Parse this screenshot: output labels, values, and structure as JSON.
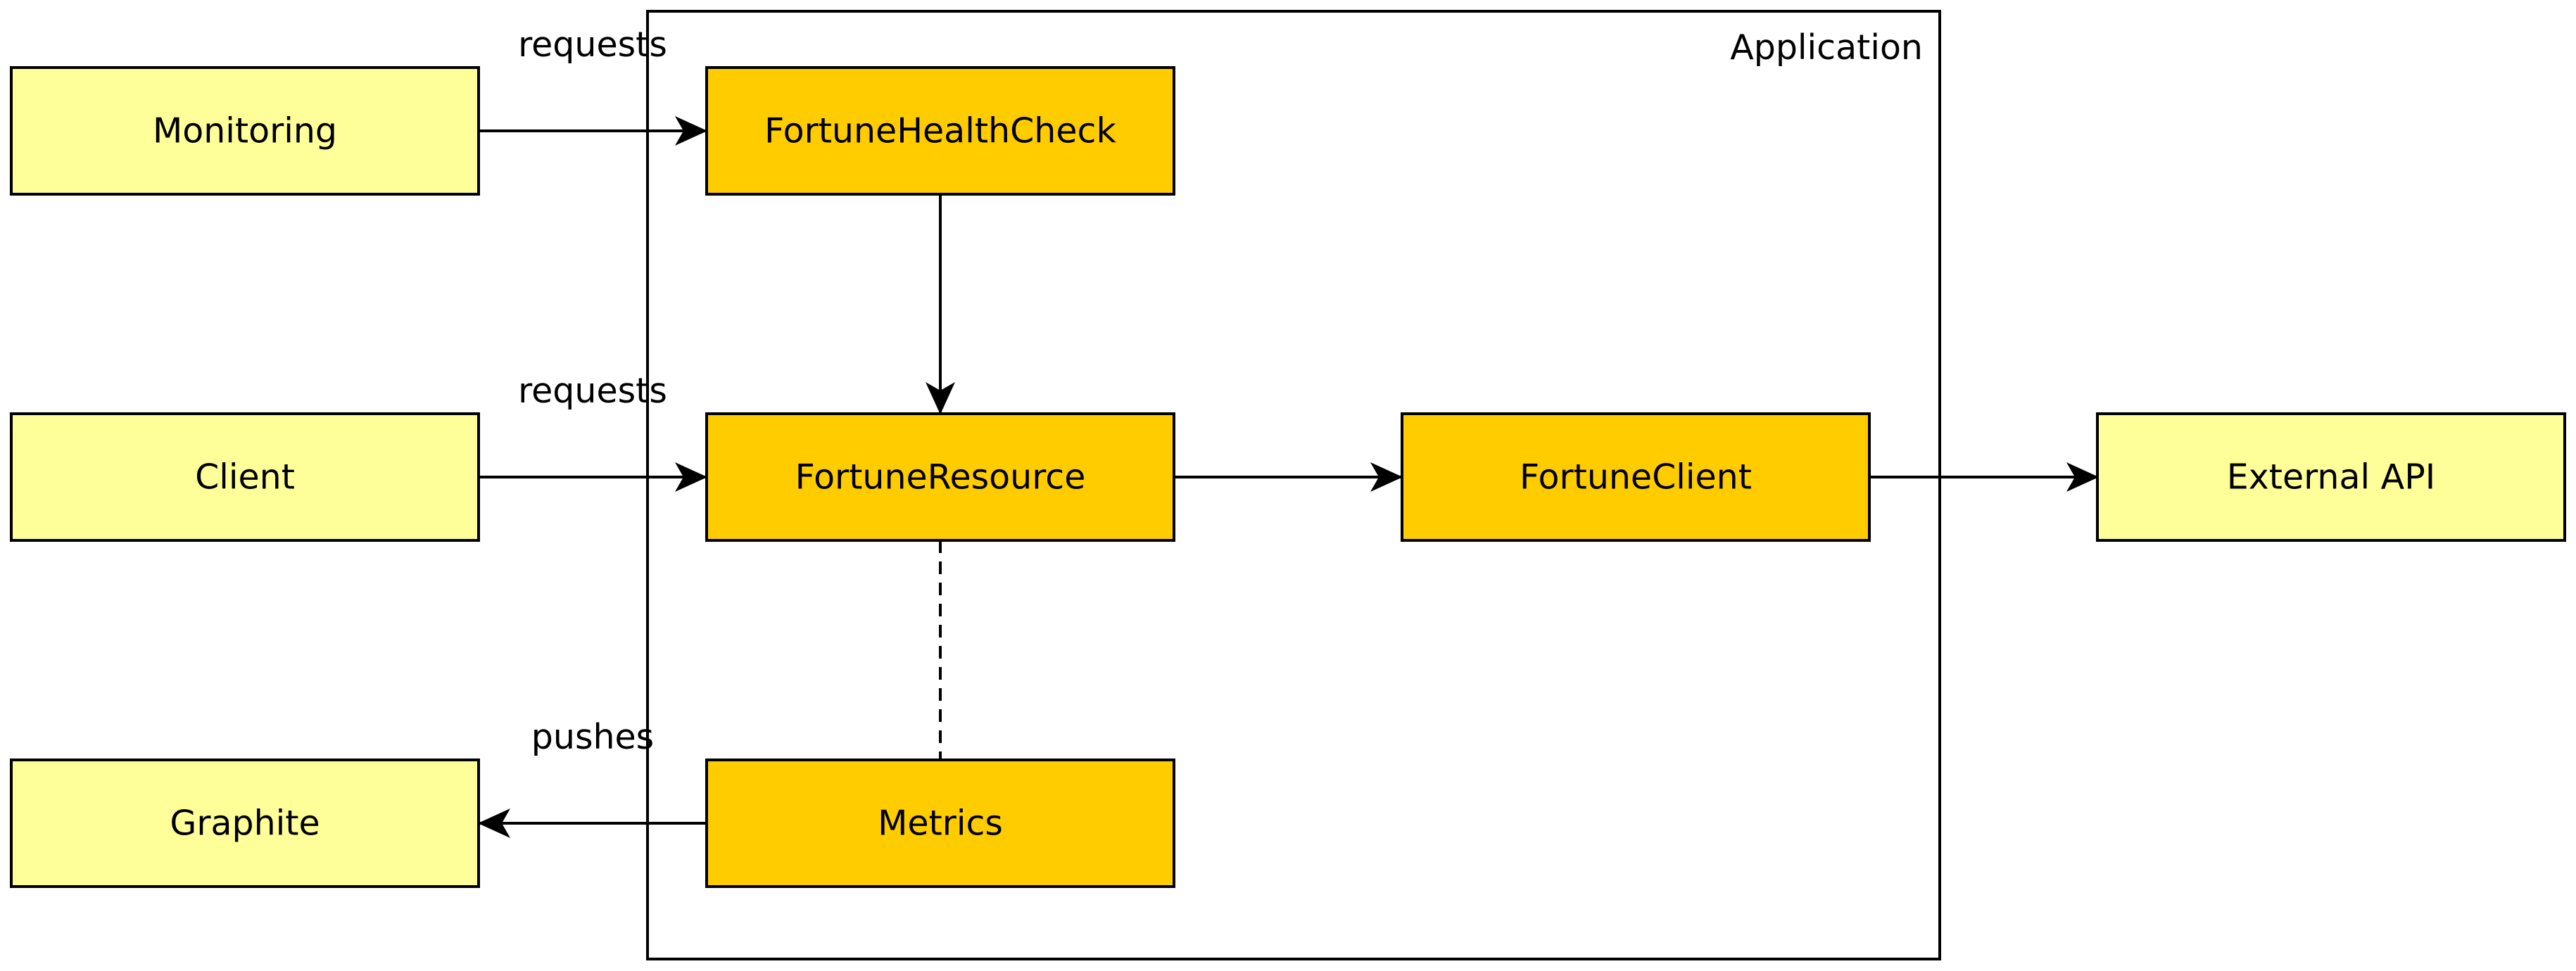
{
  "colors": {
    "external_fill": "#ffff99",
    "internal_fill": "#ffcc00",
    "stroke": "#000000",
    "background": "#ffffff"
  },
  "container": {
    "label": "Application"
  },
  "nodes": {
    "monitoring": {
      "label": "Monitoring"
    },
    "client": {
      "label": "Client"
    },
    "graphite": {
      "label": "Graphite"
    },
    "fortune_health_check": {
      "label": "FortuneHealthCheck"
    },
    "fortune_resource": {
      "label": "FortuneResource"
    },
    "metrics": {
      "label": "Metrics"
    },
    "fortune_client": {
      "label": "FortuneClient"
    },
    "external_api": {
      "label": "External API"
    }
  },
  "edges": {
    "monitoring_requests": {
      "label": "requests"
    },
    "client_requests": {
      "label": "requests"
    },
    "metrics_pushes": {
      "label": "pushes"
    }
  }
}
